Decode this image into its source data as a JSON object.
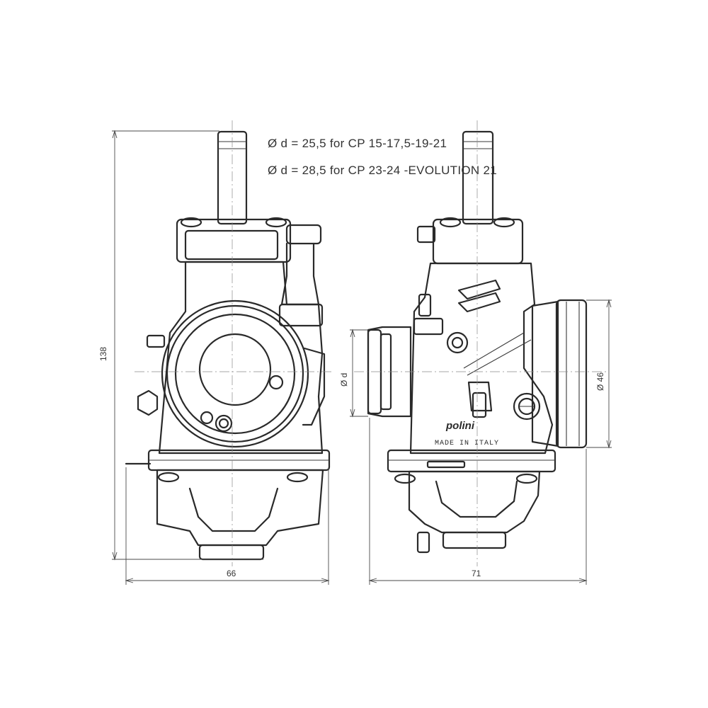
{
  "notes": {
    "line1": "Ø d = 25,5  for CP 15-17,5-19-21",
    "line2": "Ø d = 28,5  for CP 23-24 -EVOLUTION  21"
  },
  "dimensions": {
    "height": "138",
    "front_width": "66",
    "side_width": "71",
    "inlet_diameter": "Ø d",
    "outlet_diameter": "Ø 46"
  },
  "markings": {
    "brand": "polini",
    "origin": "MADE IN ITALY"
  }
}
